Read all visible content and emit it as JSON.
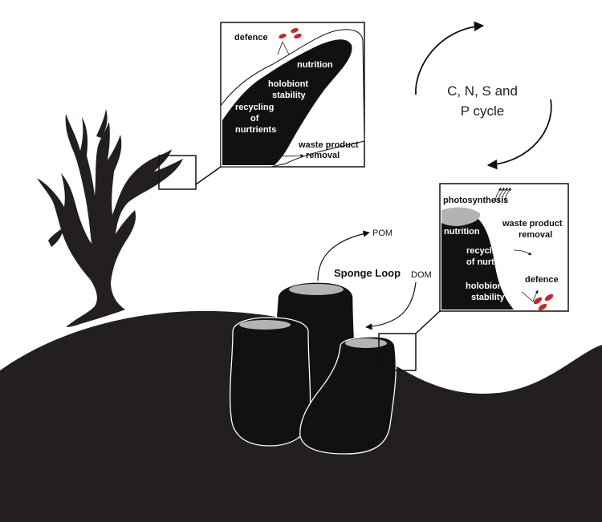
{
  "cycle": {
    "line1": "C, N, S and",
    "line2": "P cycle"
  },
  "coral_inset": {
    "defence": "defence",
    "nutrition": "nutrition",
    "holobiont_line1": "holobiont",
    "holobiont_line2": "stability",
    "recycling_line1": "recycling",
    "recycling_line2": "of",
    "recycling_line3": "nurtrients",
    "waste_line1": "waste product",
    "waste_line2": "removal"
  },
  "sponge_inset": {
    "photosynthesis": "photosynthesis",
    "nutrition": "nutrition",
    "waste_line1": "waste product",
    "waste_line2": "removal",
    "recycling_line1": "recycling",
    "recycling_line2": "of nurtrients",
    "holobiont_line1": "holobiont",
    "holobiont_line2": "stability",
    "defence": "defence"
  },
  "sponge_loop": {
    "title": "Sponge Loop",
    "pom": "POM",
    "dom": "DOM"
  },
  "colors": {
    "silhouette": "#231f20",
    "symbiont": "#c1272d",
    "osculum": "#b3b3b3"
  }
}
